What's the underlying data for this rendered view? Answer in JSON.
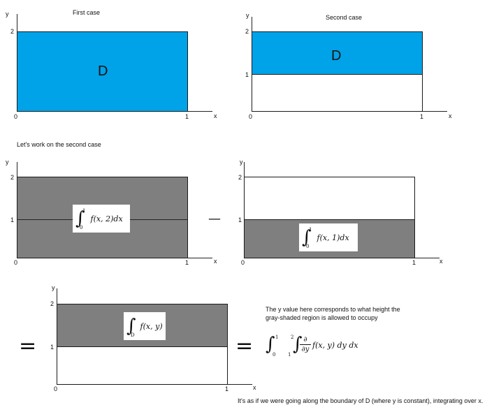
{
  "panel1": {
    "title": "First case",
    "y_label": "y",
    "x_label": "x",
    "y_ticks": [
      "2"
    ],
    "origin": "0",
    "x_ticks": [
      "1"
    ],
    "region_label": "D"
  },
  "panel2": {
    "title": "Second case",
    "y_label": "y",
    "x_label": "x",
    "y_ticks": [
      "2",
      "1"
    ],
    "origin": "0",
    "x_ticks": [
      "1"
    ],
    "region_label": "D"
  },
  "caption_work": "Let's work on the second case",
  "panel3": {
    "y_label": "y",
    "x_label": "x",
    "y_ticks": [
      "2",
      "1"
    ],
    "origin": "0",
    "x_ticks": [
      "1"
    ],
    "formula": "f(x, 2)dx",
    "int_upper": "1",
    "int_lower": "0"
  },
  "minus_sign": "—",
  "panel4": {
    "y_label": "y",
    "x_label": "x",
    "y_ticks": [
      "2",
      "1"
    ],
    "origin": "0",
    "x_ticks": [
      "1"
    ],
    "formula": "f(x, 1)dx",
    "int_upper": "1",
    "int_lower": "0"
  },
  "equals_sign": "=",
  "panel5": {
    "y_label": "y",
    "x_label": "x",
    "y_ticks": [
      "2",
      "1"
    ],
    "origin": "0",
    "x_ticks": [
      "1"
    ],
    "formula": "f(x, y)",
    "int_lower": "D"
  },
  "explanation": {
    "line1": "The y value here corresponds to what height the",
    "line2": "gray-shaded region is allowed to occupy"
  },
  "final_formula": {
    "outer_upper": "1",
    "outer_lower": "0",
    "inner_upper": "2",
    "inner_lower": "1",
    "partial_num": "∂",
    "partial_den": "∂y",
    "body": "f(x, y) dy dx"
  },
  "footer": "It's as if we were going along the boundary of D (where y is constant), integrating over x."
}
